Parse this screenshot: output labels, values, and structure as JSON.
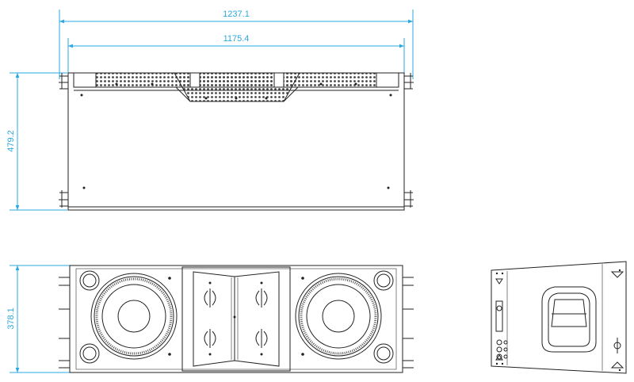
{
  "dimensions": {
    "overall_width": "1237.1",
    "inner_width": "1175.4",
    "height": "479.2",
    "depth": "378.1"
  },
  "colors": {
    "dimension": "#2aa8e0",
    "ink": "#222222"
  }
}
